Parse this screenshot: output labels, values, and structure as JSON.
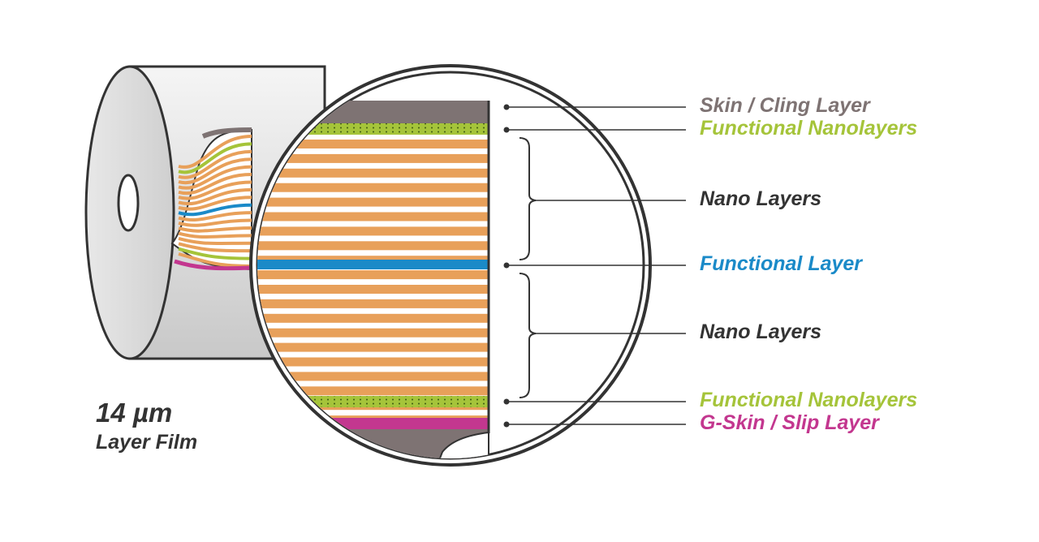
{
  "film_caption": {
    "thickness": "14 µm",
    "name": "Layer Film"
  },
  "layers": [
    {
      "key": "skin",
      "label": "Skin / Cling Layer",
      "color": "#7e7373"
    },
    {
      "key": "functional_nano_top",
      "label": "Functional Nanolayers",
      "color": "#a5c43a"
    },
    {
      "key": "nano_top",
      "label": "Nano Layers",
      "color": "#333333"
    },
    {
      "key": "functional",
      "label": "Functional Layer",
      "color": "#1a8ac8"
    },
    {
      "key": "nano_bottom",
      "label": "Nano Layers",
      "color": "#333333"
    },
    {
      "key": "functional_nano_bottom",
      "label": "Functional Nanolayers",
      "color": "#a5c43a"
    },
    {
      "key": "gskin",
      "label": "G-Skin / Slip Layer",
      "color": "#c3378f"
    }
  ],
  "colors": {
    "orange": "#e8a05a",
    "line": "#333333",
    "roll": "#dcdcdc"
  }
}
